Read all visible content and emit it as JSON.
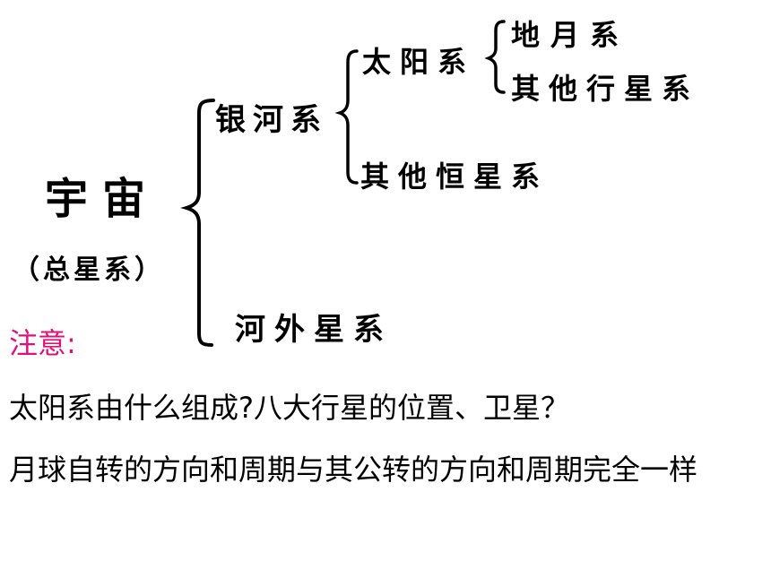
{
  "diagram": {
    "root": {
      "label": "宇宙",
      "sublabel": "（总星系）"
    },
    "galaxy": "银河系",
    "extragalactic": "河外星系",
    "solar_system": "太阳系",
    "other_stellar_systems": "其他恒星系",
    "earth_moon_system": "地月系",
    "other_planetary_systems": "其他行星系"
  },
  "notes": {
    "heading": "注意:",
    "heading_color": "#e0127a",
    "line1": "太阳系由什么组成?八大行星的位置、卫星？",
    "line2": "月球自转的方向和周期与其公转的方向和周期完全一样"
  }
}
